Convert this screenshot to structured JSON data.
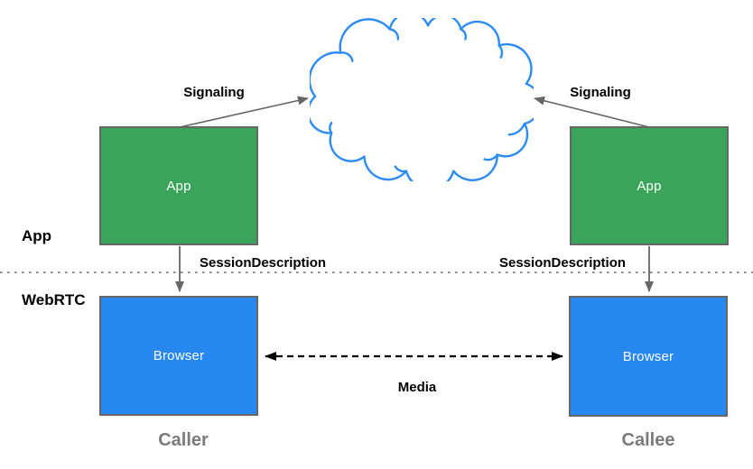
{
  "side_labels": {
    "app": "App",
    "webrtc": "WebRTC"
  },
  "boxes": {
    "caller_app": "App",
    "caller_browser": "Browser",
    "callee_app": "App",
    "callee_browser": "Browser"
  },
  "arrows": {
    "signaling_left": "Signaling",
    "signaling_right": "Signaling",
    "session_description_left": "SessionDescription",
    "session_description_right": "SessionDescription",
    "media": "Media"
  },
  "captions": {
    "caller": "Caller",
    "callee": "Callee"
  },
  "colors": {
    "app_box_fill": "#3aa45a",
    "browser_box_fill": "#2788f0",
    "box_border": "#666666",
    "cloud_stroke": "#2e8cf0",
    "connector": "#666666",
    "media_connector": "#000000",
    "divider": "#8c8c8c",
    "caption_text": "#7b7b7b",
    "box_text": "#ffffff",
    "label_text": "#000000"
  }
}
